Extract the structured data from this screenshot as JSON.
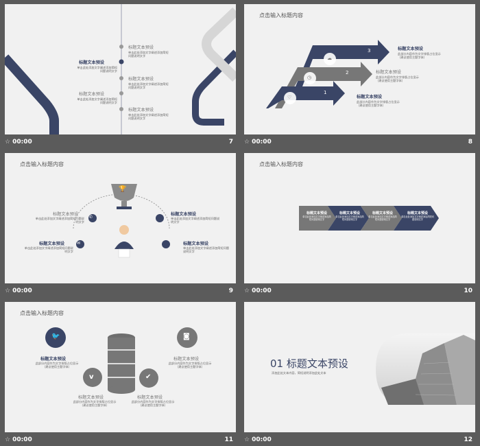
{
  "slides": [
    {
      "num": "7",
      "time": "00:00",
      "items": [
        {
          "label": "标题文本预设",
          "desc": "单击此处添加文字阐述添加简短问题说明文字"
        },
        {
          "label": "标题文本预设",
          "desc": "单击此处添加文字阐述添加简短问题说明文字"
        },
        {
          "label": "标题文本预设",
          "desc": "单击此处添加文字阐述添加简短问题说明文字"
        },
        {
          "label": "标题文本预设",
          "desc": "单击此处添加文字阐述添加简短问题说明文字"
        },
        {
          "label": "标题文本预设",
          "desc": "单击此处添加文字阐述添加简短问题说明文字"
        }
      ]
    },
    {
      "num": "8",
      "time": "00:00",
      "title": "点击输入标题内容",
      "steps": [
        "1",
        "2",
        "3"
      ],
      "items": [
        {
          "label": "标题文本预设",
          "desc": "此部分内容作为文字排版占位显示（建议使用主题字体）"
        },
        {
          "label": "标题文本预设",
          "desc": "此部分内容作为文字排版占位显示（建议使用主题字体）"
        },
        {
          "label": "标题文本预设",
          "desc": "此部分内容作为文字排版占位显示（建议使用主题字体）"
        }
      ]
    },
    {
      "num": "9",
      "time": "00:00",
      "title": "点击输入标题内容",
      "items": [
        {
          "label": "标题文本预设",
          "desc": "单击此处添加文字阐述添加简短问题说明文字"
        },
        {
          "label": "标题文本预设",
          "desc": "单击此处添加文字阐述添加简短问题说明文字"
        },
        {
          "label": "标题文本预设",
          "desc": "单击此处添加文字阐述添加简短问题说明文字"
        },
        {
          "label": "标题文本预设",
          "desc": "单击此处添加文字阐述添加简短问题说明文字"
        }
      ]
    },
    {
      "num": "10",
      "time": "00:00",
      "title": "点击输入标题内容",
      "items": [
        {
          "label": "标题文本预设",
          "desc": "单击此处添加文字阐述添加简短问题说明文字"
        },
        {
          "label": "标题文本预设",
          "desc": "单击此处添加文字阐述添加简短问题说明文字"
        },
        {
          "label": "标题文本预设",
          "desc": "单击此处添加文字阐述添加简短问题说明文字"
        },
        {
          "label": "标题文本预设",
          "desc": "单击此处添加文字阐述添加简短问题说明文字"
        }
      ]
    },
    {
      "num": "11",
      "time": "00:00",
      "title": "点击输入标题内容",
      "items": [
        {
          "label": "标题文本预设",
          "desc": "此部分内容作为文字排版占位显示（建议使用主题字体）"
        },
        {
          "label": "标题文本预设",
          "desc": "此部分内容作为文字排版占位显示（建议使用主题字体）"
        },
        {
          "label": "标题文本预设",
          "desc": "此部分内容作为文字排版占位显示（建议使用主题字体）"
        },
        {
          "label": "标题文本预设",
          "desc": "此部分内容作为文字排版占位显示（建议使用主题字体）"
        }
      ]
    },
    {
      "num": "12",
      "time": "00:00",
      "title": "01 标题文本预设",
      "subtitle": "添加此处文本内容，简短说明添加此处文本"
    }
  ],
  "colors": {
    "navy": "#3a4566",
    "gray": "#777777",
    "light": "#bfbfbf",
    "bg": "#f1f1f1"
  },
  "icons": [
    "star-icon",
    "twitter-icon",
    "vimeo-icon",
    "check-icon",
    "instagram-icon",
    "trophy-icon",
    "megaphone-icon",
    "envelope-icon",
    "clock-icon",
    "cloud-icon",
    "heart-icon"
  ]
}
